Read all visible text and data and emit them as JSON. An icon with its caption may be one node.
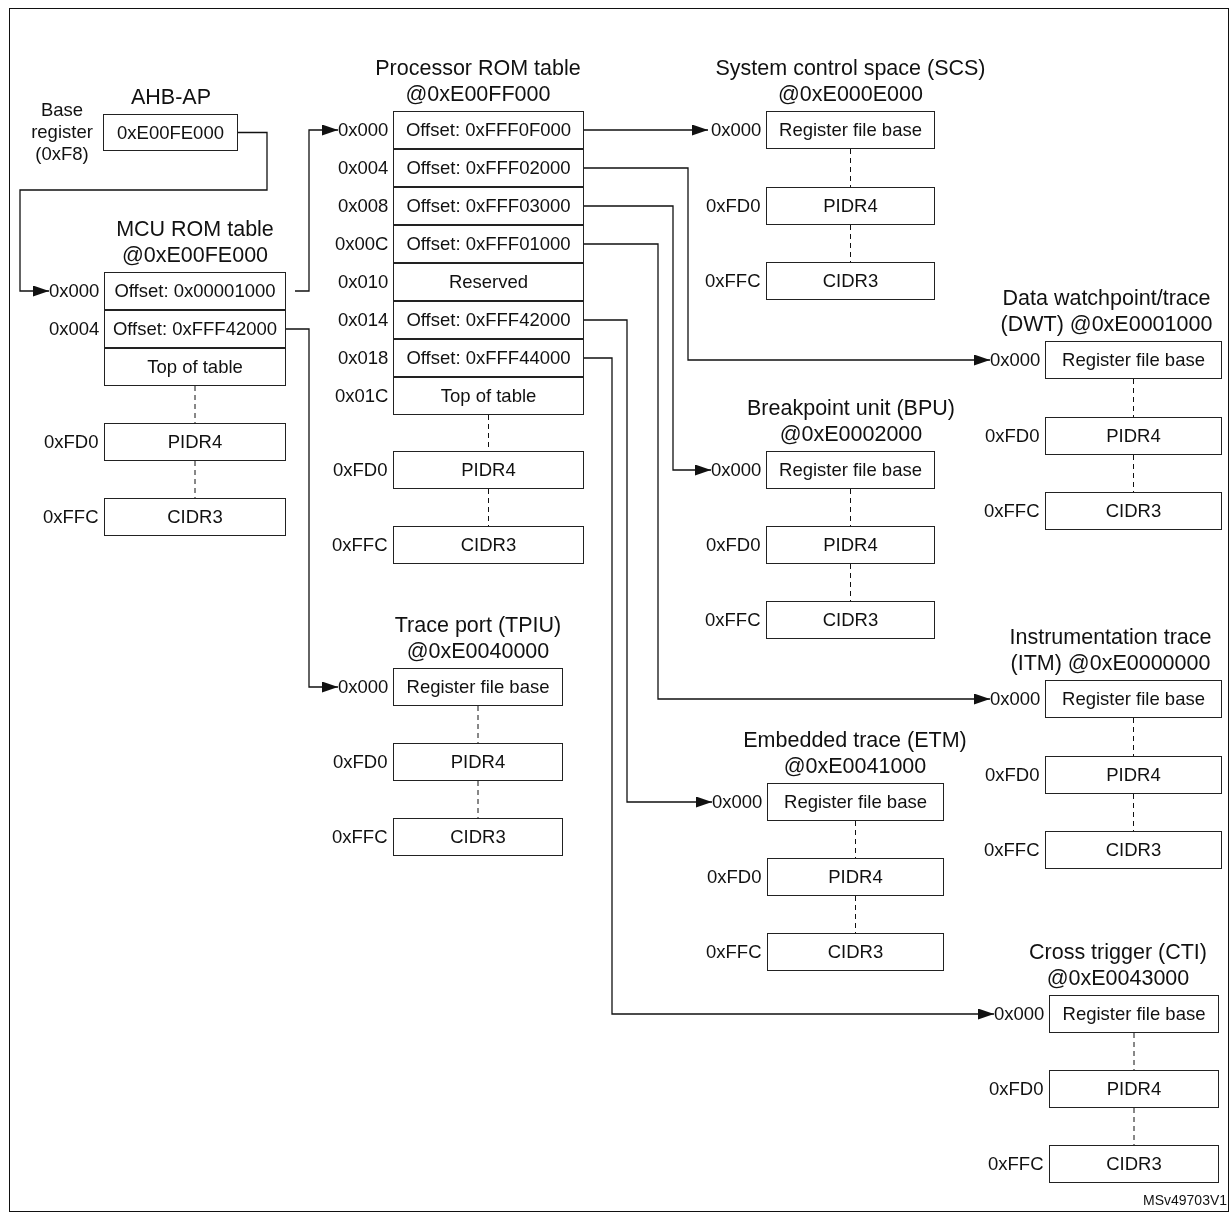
{
  "diagram": {
    "nodes": [
      {
        "text": [
          "AHB-AP",
          "0xE00FE000"
        ],
        "beside": [
          "Base register (0xF8)"
        ]
      },
      {
        "text": [
          "MCU ROM table @0xE00FE000",
          "Offset: 0x00001000"
        ],
        "beside": [
          "0x000"
        ]
      },
      {
        "text": [
          "Offset: 0xFFF42000"
        ],
        "beside": [
          "0x004"
        ]
      },
      {
        "text": [
          "Top of table"
        ]
      },
      {
        "text": [
          "PIDR4"
        ],
        "beside": [
          "0xFD0"
        ]
      },
      {
        "text": [
          "CIDR3"
        ],
        "beside": [
          "0xFFC"
        ]
      },
      {
        "text": [
          "Processor ROM table @0xE00FF000",
          "Offset: 0xFFF0F000"
        ],
        "beside": [
          "0x000"
        ]
      },
      {
        "text": [
          "Offset: 0xFFF02000"
        ],
        "beside": [
          "0x004"
        ]
      },
      {
        "text": [
          "Offset: 0xFFF03000"
        ],
        "beside": [
          "0x008"
        ]
      },
      {
        "text": [
          "Offset: 0xFFF01000"
        ],
        "beside": [
          "0x00C"
        ]
      },
      {
        "text": [
          "Reserved"
        ],
        "beside": [
          "0x010"
        ]
      },
      {
        "text": [
          "Offset: 0xFFF42000"
        ],
        "beside": [
          "0x014"
        ]
      },
      {
        "text": [
          "Offset: 0xFFF44000"
        ],
        "beside": [
          "0x018"
        ]
      },
      {
        "text": [
          "Top of table"
        ],
        "beside": [
          "0x01C"
        ]
      },
      {
        "text": [
          "PIDR4"
        ],
        "beside": [
          "0xFD0"
        ]
      },
      {
        "text": [
          "CIDR3"
        ],
        "beside": [
          "0xFFC"
        ]
      },
      {
        "text": [
          "System control space (SCS) @0xE000E000",
          "Register file base"
        ],
        "beside": [
          "0x000"
        ]
      },
      {
        "text": [
          "PIDR4"
        ],
        "beside": [
          "0xFD0"
        ]
      },
      {
        "text": [
          "CIDR3"
        ],
        "beside": [
          "0xFFC"
        ]
      },
      {
        "text": [
          "Data watchpoint/trace (DWT) @0xE0001000",
          "Register file base"
        ],
        "beside": [
          "0x000"
        ]
      },
      {
        "text": [
          "PIDR4"
        ],
        "beside": [
          "0xFD0"
        ]
      },
      {
        "text": [
          "CIDR3"
        ],
        "beside": [
          "0xFFC"
        ]
      },
      {
        "text": [
          "Breakpoint unit (BPU) @0xE0002000",
          "Register file base"
        ],
        "beside": [
          "0x000"
        ]
      },
      {
        "text": [
          "PIDR4"
        ],
        "beside": [
          "0xFD0"
        ]
      },
      {
        "text": [
          "CIDR3"
        ],
        "beside": [
          "0xFFC"
        ]
      },
      {
        "text": [
          "Trace port (TPIU) @0xE0040000",
          "Register file base"
        ],
        "beside": [
          "0x000"
        ]
      },
      {
        "text": [
          "PIDR4"
        ],
        "beside": [
          "0xFD0"
        ]
      },
      {
        "text": [
          "CIDR3"
        ],
        "beside": [
          "0xFFC"
        ]
      },
      {
        "text": [
          "Instrumentation trace (ITM) @0xE0000000",
          "Register file base"
        ],
        "beside": [
          "0x000"
        ]
      },
      {
        "text": [
          "PIDR4"
        ],
        "beside": [
          "0xFD0"
        ]
      },
      {
        "text": [
          "CIDR3"
        ],
        "beside": [
          "0xFFC"
        ]
      },
      {
        "text": [
          "Embedded trace (ETM) @0xE0041000",
          "Register file base"
        ],
        "beside": [
          "0x000"
        ]
      },
      {
        "text": [
          "PIDR4"
        ],
        "beside": [
          "0xFD0"
        ]
      },
      {
        "text": [
          "CIDR3"
        ],
        "beside": [
          "0xFFC"
        ]
      },
      {
        "text": [
          "Cross trigger (CTI) @0xE0043000",
          "Register file base"
        ],
        "beside": [
          "0x000"
        ]
      },
      {
        "text": [
          "PIDR4"
        ],
        "beside": [
          "0xFD0"
        ]
      },
      {
        "text": [
          "CIDR3"
        ],
        "beside": [
          "0xFFC"
        ]
      }
    ],
    "edges": [
      {
        "from": 0,
        "to": 1,
        "arrow": "to"
      },
      {
        "from": 1,
        "to": 6,
        "arrow": "to"
      },
      {
        "from": 2,
        "to": 25,
        "arrow": "to"
      },
      {
        "from": 6,
        "to": 16,
        "arrow": "to"
      },
      {
        "from": 7,
        "to": 19,
        "arrow": "to"
      },
      {
        "from": 8,
        "to": 22,
        "arrow": "to"
      },
      {
        "from": 9,
        "to": 28,
        "arrow": "to"
      },
      {
        "from": 11,
        "to": 31,
        "arrow": "to"
      },
      {
        "from": 12,
        "to": 34,
        "arrow": "to"
      },
      {
        "from": 3,
        "to": 4,
        "arrow": "none",
        "style": "dashed"
      },
      {
        "from": 4,
        "to": 5,
        "arrow": "none",
        "style": "dashed"
      },
      {
        "from": 13,
        "to": 14,
        "arrow": "none",
        "style": "dashed"
      },
      {
        "from": 14,
        "to": 15,
        "arrow": "none",
        "style": "dashed"
      },
      {
        "from": 16,
        "to": 17,
        "arrow": "none",
        "style": "dashed"
      },
      {
        "from": 17,
        "to": 18,
        "arrow": "none",
        "style": "dashed"
      },
      {
        "from": 19,
        "to": 20,
        "arrow": "none",
        "style": "dashed"
      },
      {
        "from": 20,
        "to": 21,
        "arrow": "none",
        "style": "dashed"
      },
      {
        "from": 22,
        "to": 23,
        "arrow": "none",
        "style": "dashed"
      },
      {
        "from": 23,
        "to": 24,
        "arrow": "none",
        "style": "dashed"
      },
      {
        "from": 25,
        "to": 26,
        "arrow": "none",
        "style": "dashed"
      },
      {
        "from": 26,
        "to": 27,
        "arrow": "none",
        "style": "dashed"
      },
      {
        "from": 28,
        "to": 29,
        "arrow": "none",
        "style": "dashed"
      },
      {
        "from": 29,
        "to": 30,
        "arrow": "none",
        "style": "dashed"
      },
      {
        "from": 31,
        "to": 32,
        "arrow": "none",
        "style": "dashed"
      },
      {
        "from": 32,
        "to": 33,
        "arrow": "none",
        "style": "dashed"
      },
      {
        "from": 34,
        "to": 35,
        "arrow": "none",
        "style": "dashed"
      },
      {
        "from": 35,
        "to": 36,
        "arrow": "none",
        "style": "dashed"
      }
    ],
    "labels": [
      "MSv49703V1"
    ]
  }
}
